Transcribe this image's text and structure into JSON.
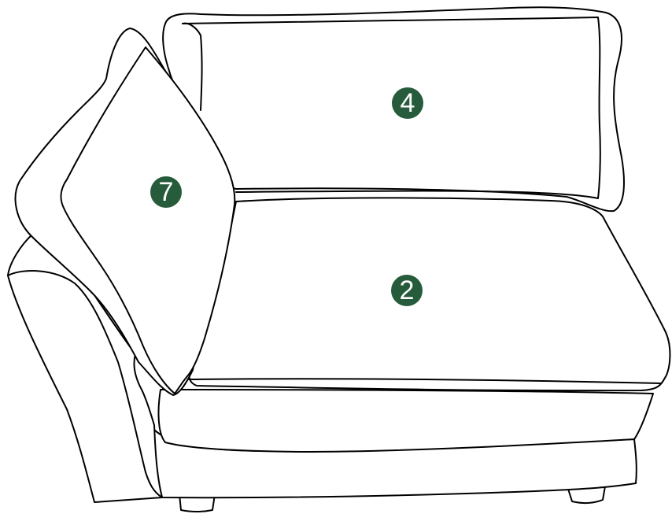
{
  "colors": {
    "badge_fill": "#265c3b",
    "line": "#000000",
    "background": "#ffffff"
  },
  "callouts": {
    "back_cushion": "4",
    "side_pillow": "7",
    "seat_cushion": "2"
  }
}
